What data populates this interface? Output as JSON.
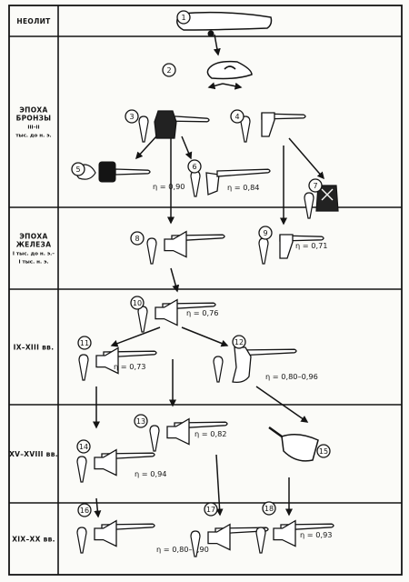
{
  "diagram": {
    "eras": [
      {
        "id": "neolithic",
        "lines": [
          "НЕОЛИТ"
        ]
      },
      {
        "id": "bronze",
        "lines": [
          "ЭПОХА",
          "БРОНЗЫ",
          "III–II",
          "тыс. до н. э."
        ]
      },
      {
        "id": "iron",
        "lines": [
          "ЭПОХА",
          "ЖЕЛЕЗА",
          "I тыс. до н. э.–",
          "I тыс. н. э."
        ]
      },
      {
        "id": "c9_13",
        "lines": [
          "IX–XIII вв."
        ]
      },
      {
        "id": "c15_18",
        "lines": [
          "XV–XVIII вв."
        ]
      },
      {
        "id": "c19_20",
        "lines": [
          "XIX–XX вв."
        ]
      }
    ],
    "tools": [
      {
        "n": "1",
        "kind": "stone"
      },
      {
        "n": "2",
        "kind": "socket"
      },
      {
        "n": "3",
        "kind": "bronze-axe",
        "efficiency": ""
      },
      {
        "n": "4",
        "kind": "adze",
        "efficiency": ""
      },
      {
        "n": "5",
        "kind": "hammer",
        "efficiency": "η = 0,90"
      },
      {
        "n": "6",
        "kind": "pick",
        "efficiency": "η = 0,84"
      },
      {
        "n": "7",
        "kind": "celt",
        "efficiency": ""
      },
      {
        "n": "8",
        "kind": "axe",
        "efficiency": ""
      },
      {
        "n": "9",
        "kind": "adze",
        "efficiency": "η = 0,71"
      },
      {
        "n": "10",
        "kind": "axe",
        "efficiency": "η = 0,76"
      },
      {
        "n": "11",
        "kind": "axe",
        "efficiency": "η = 0,73"
      },
      {
        "n": "12",
        "kind": "bearded",
        "efficiency": "η = 0,80–0,96"
      },
      {
        "n": "13",
        "kind": "axe",
        "efficiency": "η = 0,82"
      },
      {
        "n": "14",
        "kind": "axe",
        "efficiency": "η = 0,94"
      },
      {
        "n": "15",
        "kind": "broad",
        "efficiency": ""
      },
      {
        "n": "16",
        "kind": "axe",
        "efficiency": "η = 0,80–0,90"
      },
      {
        "n": "17",
        "kind": "axe",
        "efficiency": ""
      },
      {
        "n": "18",
        "kind": "axe",
        "efficiency": "η = 0,93"
      }
    ],
    "links": [
      [
        "1",
        "2"
      ],
      [
        "2",
        "3"
      ],
      [
        "2",
        "4"
      ],
      [
        "3",
        "5"
      ],
      [
        "3",
        "6"
      ],
      [
        "4",
        "7"
      ],
      [
        "3",
        "8"
      ],
      [
        "4",
        "9"
      ],
      [
        "8",
        "10"
      ],
      [
        "10",
        "11"
      ],
      [
        "10",
        "12"
      ],
      [
        "11",
        "14"
      ],
      [
        "11",
        "13"
      ],
      [
        "12",
        "15"
      ],
      [
        "14",
        "16"
      ],
      [
        "13",
        "17"
      ],
      [
        "15",
        "18"
      ]
    ]
  }
}
